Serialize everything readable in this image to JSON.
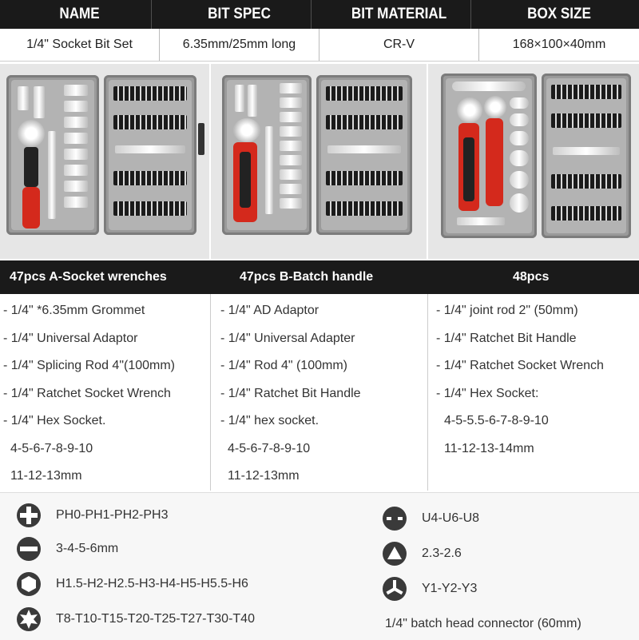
{
  "header": {
    "columns": [
      "NAME",
      "BIT SPEC",
      "BIT MATERIAL",
      "BOX SIZE"
    ]
  },
  "spec_row": {
    "values": [
      "1/4\" Socket Bit Set",
      "6.35mm/25mm long",
      "CR-V",
      "168×100×40mm"
    ]
  },
  "photos": {
    "alt": [
      "socket-set-a",
      "socket-set-b",
      "socket-set-c"
    ]
  },
  "sets": [
    {
      "title": "47pcs A-Socket wrenches",
      "items": [
        "- 1/4\" *6.35mm Grommet",
        "- 1/4\" Universal Adaptor",
        "- 1/4\" Splicing Rod 4\"(100mm)",
        "- 1/4\" Ratchet Socket Wrench",
        "- 1/4\" Hex Socket.",
        "  4-5-6-7-8-9-10",
        "  11-12-13mm"
      ]
    },
    {
      "title": "47pcs B-Batch handle",
      "items": [
        "- 1/4\" AD Adaptor",
        "- 1/4\" Universal Adapter",
        "- 1/4\" Rod 4\" (100mm)",
        "- 1/4\" Ratchet Bit Handle",
        "- 1/4\" hex socket.",
        "  4-5-6-7-8-9-10",
        "  11-12-13mm"
      ]
    },
    {
      "title": "48pcs",
      "items": [
        "- 1/4\" joint rod 2\" (50mm)",
        "- 1/4\" Ratchet Bit Handle",
        "- 1/4\" Ratchet Socket Wrench",
        "- 1/4\" Hex Socket:",
        "    4-5-5.5-6-7-8-9-10",
        "    11-12-13-14mm"
      ]
    }
  ],
  "bits": {
    "left": [
      {
        "icon": "phillips-icon",
        "text": "PH0-PH1-PH2-PH3"
      },
      {
        "icon": "slotted-icon",
        "text": "3-4-5-6mm"
      },
      {
        "icon": "hex-icon",
        "text": "H1.5-H2-H2.5-H3-H4-H5-H5.5-H6"
      },
      {
        "icon": "torx-icon",
        "text": "T8-T10-T15-T20-T25-T27-T30-T40"
      }
    ],
    "right": [
      {
        "icon": "u-type-icon",
        "text": "U4-U6-U8"
      },
      {
        "icon": "triangle-icon",
        "text": "2.3-2.6"
      },
      {
        "icon": "y-type-icon",
        "text": "Y1-Y2-Y3"
      },
      {
        "icon": "",
        "text": "1/4\" batch head connector (60mm)"
      }
    ]
  },
  "colors": {
    "header_bg": "#1a1a1a",
    "icon_fill": "#3a3a3a",
    "handle_red": "#d4291c"
  }
}
